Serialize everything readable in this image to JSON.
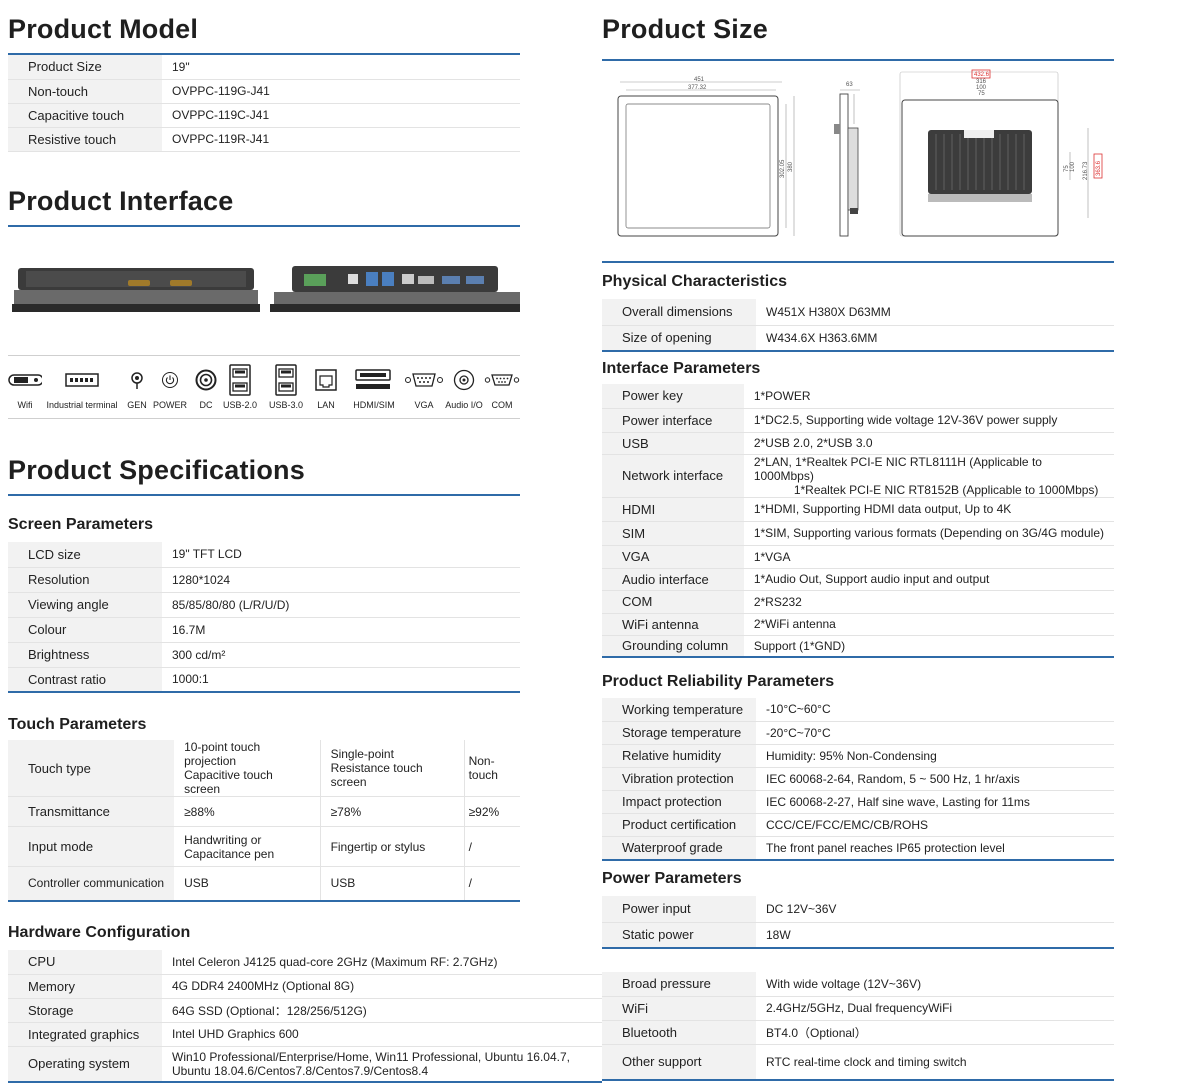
{
  "model": {
    "title": "Product Model",
    "rows": [
      {
        "k": "Product Size",
        "v": "19\""
      },
      {
        "k": "Non-touch",
        "v": "OVPPC-119G-J41"
      },
      {
        "k": "Capacitive touch",
        "v": "OVPPC-119C-J41"
      },
      {
        "k": "Resistive touch",
        "v": "OVPPC-119R-J41"
      }
    ]
  },
  "interface": {
    "title": "Product Interface",
    "icons": [
      "Wifi",
      "Industrial terminal",
      "GEN",
      "POWER",
      "DC",
      "USB-2.0",
      "USB-3.0",
      "LAN",
      "HDMI/SIM",
      "VGA",
      "Audio I/O",
      "COM"
    ]
  },
  "specs": {
    "title": "Product Specifications",
    "screen": {
      "title": "Screen Parameters",
      "rows": [
        {
          "k": "LCD size",
          "v": "19\" TFT LCD"
        },
        {
          "k": "Resolution",
          "v": "1280*1024"
        },
        {
          "k": "Viewing angle",
          "v": "85/85/80/80  (L/R/U/D)"
        },
        {
          "k": "Colour",
          "v": "16.7M"
        },
        {
          "k": "Brightness",
          "v": "300 cd/m²"
        },
        {
          "k": "Contrast ratio",
          "v": "1000:1"
        }
      ]
    },
    "touch": {
      "title": "Touch Parameters",
      "rows": [
        {
          "k": "Touch type",
          "a1": "10-point touch projection",
          "a2": "Capacitive touch screen",
          "b1": "Single-point",
          "b2": "Resistance touch screen",
          "c": "Non-touch"
        },
        {
          "k": "Transmittance",
          "a1": "≥88%",
          "a2": "",
          "b1": "≥78%",
          "b2": "",
          "c": "≥92%"
        },
        {
          "k": "Input mode",
          "a1": "Handwriting or",
          "a2": "Capacitance pen",
          "b1": "Fingertip or stylus",
          "b2": "",
          "c": "/"
        },
        {
          "k": "Controller communication",
          "a1": "USB",
          "a2": "",
          "b1": "USB",
          "b2": "",
          "c": "/"
        }
      ]
    },
    "hardware": {
      "title": "Hardware Configuration",
      "rows": [
        {
          "k": "CPU",
          "v": "Intel Celeron J4125 quad-core 2GHz (Maximum RF: 2.7GHz)"
        },
        {
          "k": "Memory",
          "v": "4G DDR4 2400MHz (Optional 8G)"
        },
        {
          "k": "Storage",
          "v": "64G SSD (Optional：128/256/512G)"
        },
        {
          "k": "Integrated graphics",
          "v": "Intel UHD Graphics 600"
        },
        {
          "k": "Operating system",
          "v1": "Win10 Professional/Enterprise/Home, Win11 Professional, Ubuntu 16.04.7,",
          "v2": "Ubuntu 18.04.6/Centos7.8/Centos7.9/Centos8.4"
        }
      ],
      "right_rows": [
        {
          "k": "Broad pressure",
          "v": "With wide voltage (12V~36V)"
        },
        {
          "k": "WiFi",
          "v": "2.4GHz/5GHz, Dual frequencyWiFi"
        },
        {
          "k": "Bluetooth",
          "v": "BT4.0（Optional）"
        },
        {
          "k": "Other support",
          "v": "RTC real-time clock and timing switch"
        }
      ]
    }
  },
  "size": {
    "title": "Product Size",
    "dims": {
      "w": "451",
      "ow": "377.32",
      "t": "63",
      "d1": "432.6",
      "d2": "316",
      "d3": "100",
      "d4": "75",
      "h1": "302.05",
      "h2": "380",
      "h3": "75",
      "h4": "100",
      "h5": "216.73",
      "h6": "363.6"
    }
  },
  "physical": {
    "title": "Physical Characteristics",
    "rows": [
      {
        "k": "Overall dimensions",
        "v": "W451X H380X D63MM"
      },
      {
        "k": "Size of opening",
        "v": "W434.6X H363.6MM"
      }
    ]
  },
  "iface_params": {
    "title": "Interface Parameters",
    "rows": [
      {
        "k": "Power key",
        "v": "1*POWER"
      },
      {
        "k": "Power interface",
        "v": "1*DC2.5, Supporting wide voltage 12V-36V power supply"
      },
      {
        "k": "USB",
        "v": "2*USB 2.0, 2*USB 3.0"
      },
      {
        "k": "Network interface",
        "v1": "2*LAN, 1*Realtek PCI-E NIC RTL8111H (Applicable to 1000Mbps)",
        "v2": "1*Realtek PCI-E NIC RT8152B (Applicable to 1000Mbps)"
      },
      {
        "k": "HDMI",
        "v": "1*HDMI, Supporting HDMI data output, Up to 4K"
      },
      {
        "k": "SIM",
        "v": "1*SIM, Supporting various formats (Depending on 3G/4G module)"
      },
      {
        "k": "VGA",
        "v": "1*VGA"
      },
      {
        "k": "Audio interface",
        "v": "1*Audio Out, Support audio input and output"
      },
      {
        "k": "COM",
        "v": "2*RS232"
      },
      {
        "k": "WiFi antenna",
        "v": "2*WiFi antenna"
      },
      {
        "k": "Grounding column",
        "v": "Support (1*GND)"
      }
    ]
  },
  "reliability": {
    "title": "Product Reliability Parameters",
    "rows": [
      {
        "k": "Working temperature",
        "v": "-10°C~60°C"
      },
      {
        "k": "Storage temperature",
        "v": "-20°C~70°C"
      },
      {
        "k": "Relative humidity",
        "v": "Humidity: 95% Non-Condensing"
      },
      {
        "k": "Vibration protection",
        "v": "IEC 60068-2-64, Random, 5 ~ 500 Hz, 1 hr/axis"
      },
      {
        "k": "Impact protection",
        "v": "IEC 60068-2-27, Half sine wave, Lasting for 11ms"
      },
      {
        "k": "Product certification",
        "v": "CCC/CE/FCC/EMC/CB/ROHS"
      },
      {
        "k": "Waterproof grade",
        "v": "The front panel reaches IP65 protection level"
      }
    ]
  },
  "power": {
    "title": "Power Parameters",
    "rows": [
      {
        "k": "Power input",
        "v": "DC 12V~36V"
      },
      {
        "k": "Static power",
        "v": "18W"
      }
    ]
  }
}
